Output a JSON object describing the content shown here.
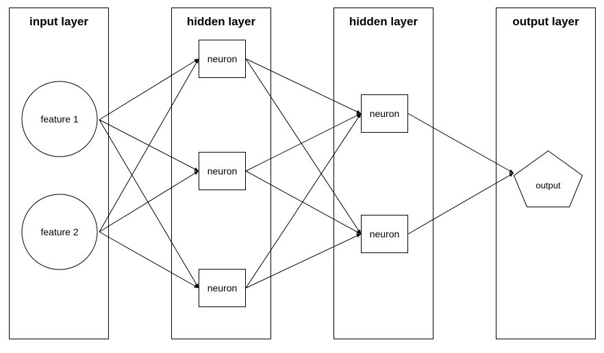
{
  "layers": [
    {
      "title": "input layer"
    },
    {
      "title": "hidden layer"
    },
    {
      "title": "hidden layer"
    },
    {
      "title": "output layer"
    }
  ],
  "nodes": {
    "feature1": {
      "label": "feature 1",
      "shape": "circle"
    },
    "feature2": {
      "label": "feature 2",
      "shape": "circle"
    },
    "h1a": {
      "label": "neuron",
      "shape": "rect"
    },
    "h1b": {
      "label": "neuron",
      "shape": "rect"
    },
    "h1c": {
      "label": "neuron",
      "shape": "rect"
    },
    "h2a": {
      "label": "neuron",
      "shape": "rect"
    },
    "h2b": {
      "label": "neuron",
      "shape": "rect"
    },
    "output": {
      "label": "output",
      "shape": "pentagon"
    }
  },
  "edges": [
    [
      "feature1",
      "h1a"
    ],
    [
      "feature1",
      "h1b"
    ],
    [
      "feature1",
      "h1c"
    ],
    [
      "feature2",
      "h1a"
    ],
    [
      "feature2",
      "h1b"
    ],
    [
      "feature2",
      "h1c"
    ],
    [
      "h1a",
      "h2a"
    ],
    [
      "h1a",
      "h2b"
    ],
    [
      "h1b",
      "h2a"
    ],
    [
      "h1b",
      "h2b"
    ],
    [
      "h1c",
      "h2a"
    ],
    [
      "h1c",
      "h2b"
    ],
    [
      "h2a",
      "output"
    ],
    [
      "h2b",
      "output"
    ]
  ],
  "colors": {
    "stroke": "#000000",
    "background": "#ffffff"
  }
}
